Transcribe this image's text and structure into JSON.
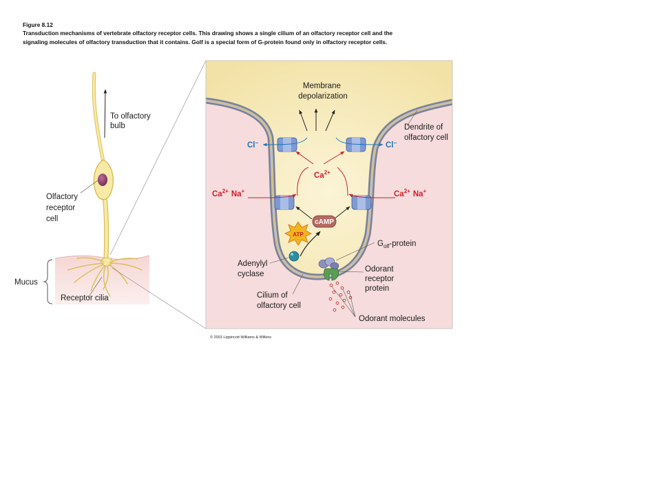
{
  "caption": {
    "figure_number": "Figure 8.12",
    "text": "Transduction mechanisms of vertebrate olfactory receptor cells. This drawing shows a single cilium of an olfactory receptor cell and the signaling molecules of olfactory transduction that it contains. Golf is a special form of G-protein found only in olfactory receptor cells."
  },
  "left_panel": {
    "to_bulb": [
      "To olfactory",
      "bulb"
    ],
    "receptor_cell": [
      "Olfactory",
      "receptor",
      "cell"
    ],
    "mucus": "Mucus",
    "receptor_cilia": "Receptor cilia"
  },
  "inset": {
    "membrane_depol": [
      "Membrane",
      "depolarization"
    ],
    "dendrite": [
      "Dendrite of",
      "olfactory cell"
    ],
    "cl_left": "Cl",
    "cl_right": "Cl",
    "cl_charge": "−",
    "ca_center": "Ca",
    "ca_charge": "2+",
    "ca_left": "Ca",
    "na_left": "Na",
    "ca_right": "Ca",
    "na_right": "Na",
    "na_charge": "+",
    "camp": "cAMP",
    "atp": "ATP",
    "golf_g": "G",
    "golf_sub": "olf",
    "golf_rest": "-protein",
    "adenylyl": [
      "Adenylyl",
      "cyclase"
    ],
    "odorant_receptor": [
      "Odorant",
      "receptor",
      "protein"
    ],
    "cilium": [
      "Cilium of",
      "olfactory cell"
    ],
    "odorant_molecules": "Odorant molecules"
  },
  "copyright": "© 2001 Lippincott Williams & Wilkins",
  "colors": {
    "cytoplasm": "#f8efc4",
    "extracellular": "#f6dcdc",
    "membrane": "#8e96a8",
    "ion_red": "#d01c2a",
    "ion_blue": "#1b76bd",
    "camp": "#b46a62",
    "atp": "#f2b51a"
  }
}
